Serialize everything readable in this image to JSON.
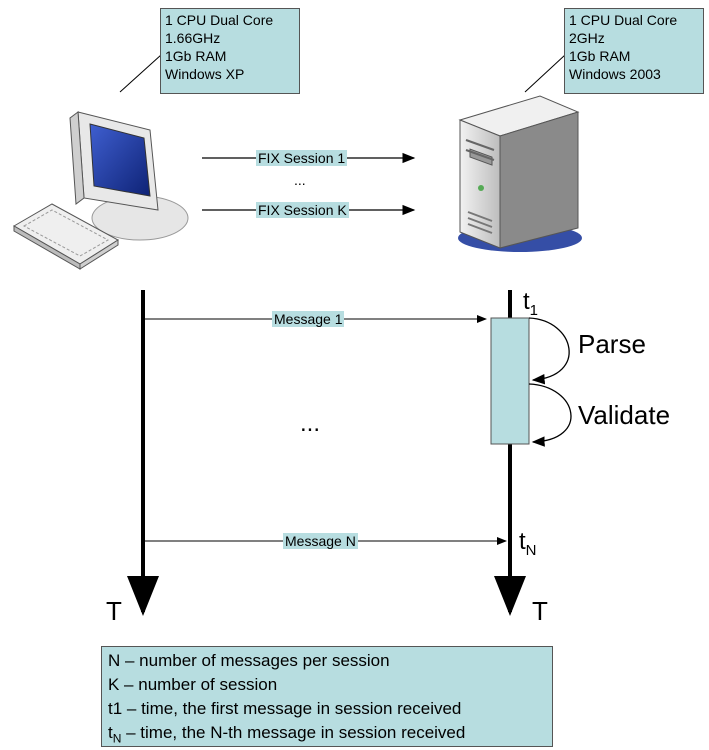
{
  "client": {
    "specs": [
      "1 CPU Dual Core",
      "1.66GHz",
      "1Gb RAM",
      "Windows XP"
    ]
  },
  "server": {
    "specs": [
      "1 CPU Dual Core",
      "2GHz",
      "1Gb RAM",
      "Windows 2003"
    ]
  },
  "sessions": {
    "first": "FIX Session 1",
    "ellipsis": "...",
    "last": "FIX Session K"
  },
  "timeline": {
    "message_first": "Message 1",
    "message_last": "Message N",
    "ellipsis": "...",
    "t1_base": "t",
    "t1_sub": "1",
    "tn_base": "t",
    "tn_sub": "N",
    "step_parse": "Parse",
    "step_validate": "Validate",
    "time_axis_left": "T",
    "time_axis_right": "T"
  },
  "legend": {
    "lines": [
      "N – number of messages per session",
      "K – number of session",
      "t1 – time, the first message in session received"
    ],
    "last_prefix": "t",
    "last_sub": "N",
    "last_rest": " – time, the N-th message in session received"
  },
  "colors": {
    "label_fill": "#b7dde0",
    "monitor_frame": "#e8e8e8",
    "screen": "#1f3b9c",
    "server_body": "#d9d9d9"
  }
}
